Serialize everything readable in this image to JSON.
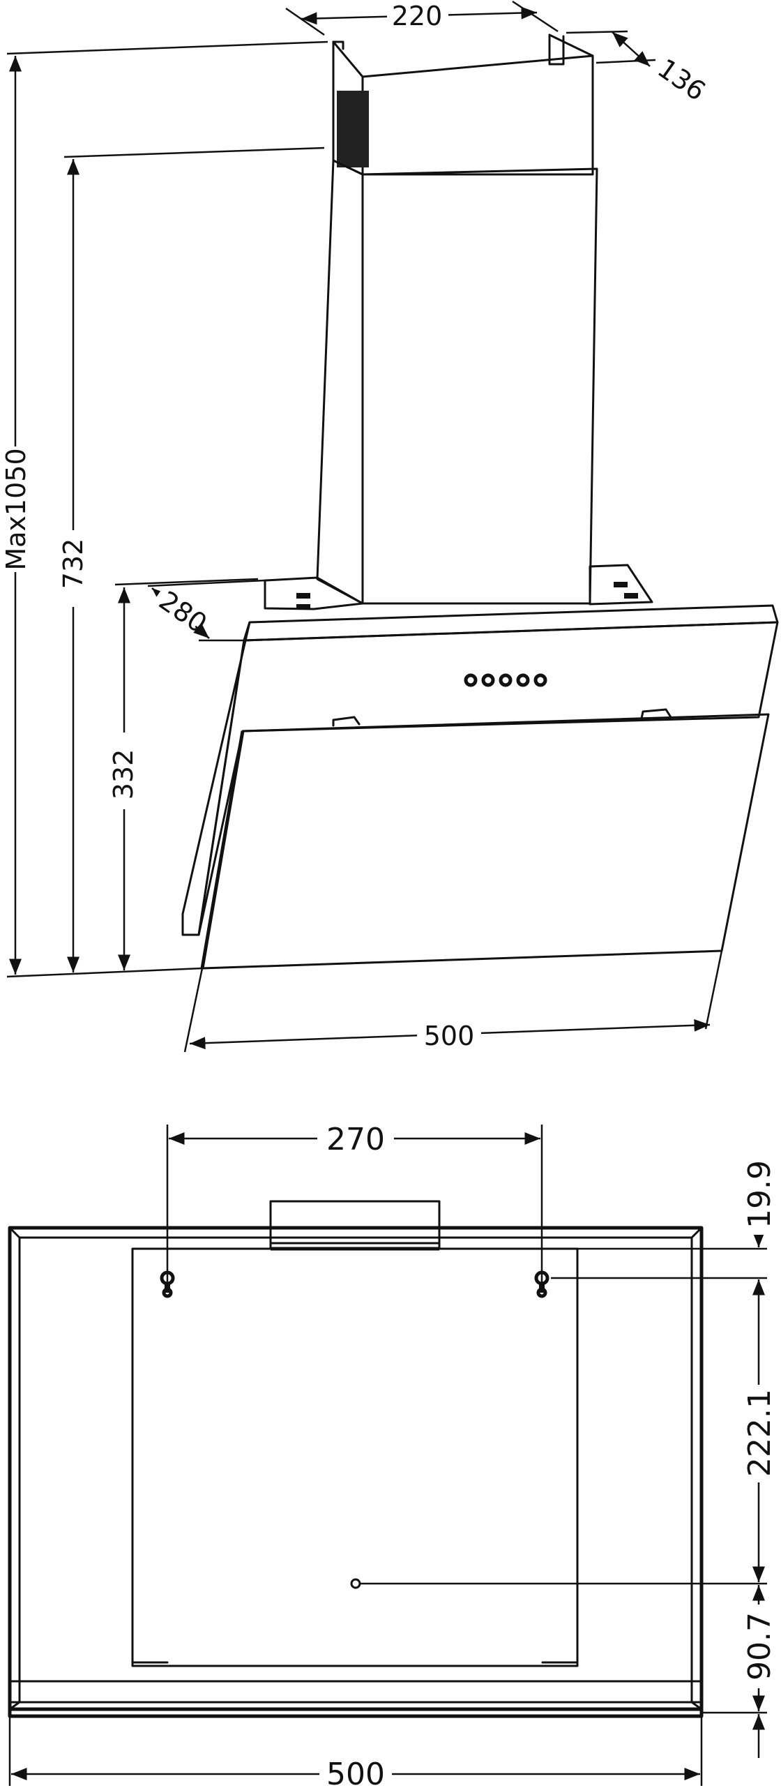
{
  "side_view": {
    "chimney_width": "220",
    "chimney_depth": "136",
    "max_height": "Max1050",
    "chimney_height": "732",
    "hood_height": "332",
    "hood_depth": "280",
    "hood_width": "500"
  },
  "front_view": {
    "hole_spacing": "270",
    "top_offset": "19.9",
    "hole_to_center": "222.1",
    "center_to_bottom": "90.7",
    "total_width": "500"
  },
  "colors": {
    "line": "#111111",
    "background": "#ffffff"
  }
}
